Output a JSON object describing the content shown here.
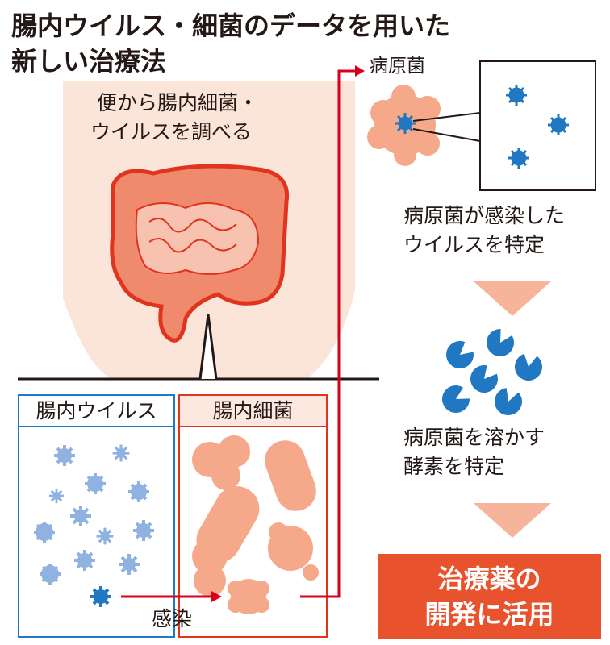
{
  "title_line1": "腸内ウイルス・細菌のデータを用いた",
  "title_line2": "新しい治療法",
  "stool_label_line1": "便から腸内細菌・",
  "stool_label_line2": "ウイルスを調べる",
  "pathogen_label": "病原菌",
  "virus_identify_line1": "病原菌が感染した",
  "virus_identify_line2": "ウイルスを特定",
  "enzyme_identify_line1": "病原菌を溶かす",
  "enzyme_identify_line2": "酵素を特定",
  "gut_virus_box_label": "腸内ウイルス",
  "gut_bacteria_box_label": "腸内細菌",
  "infection_label": "感染",
  "final_line1": "治療薬の",
  "final_line2": "開発に活用",
  "colors": {
    "body_skin": "#fbe4d8",
    "intestine": "#f08a6c",
    "intestine_outline": "#e0341e",
    "bacteria": "#f5a98a",
    "virus_light": "#8fb2e0",
    "virus_dark": "#1f78c1",
    "arrow_red": "#d9001b",
    "chevron": "#f6b49a",
    "final_box": "#e8532e"
  }
}
